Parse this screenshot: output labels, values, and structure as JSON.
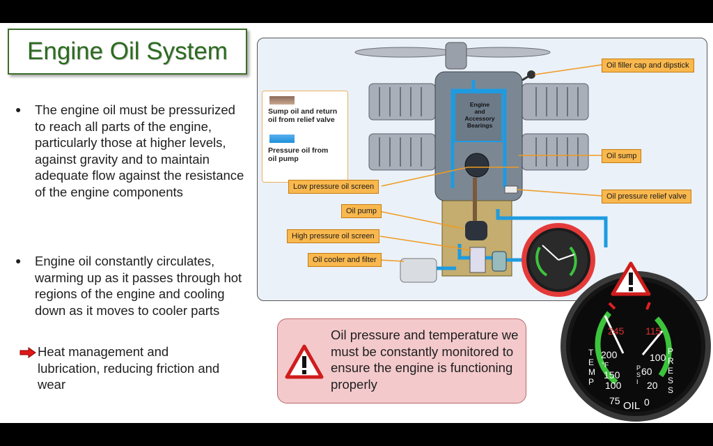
{
  "slide": {
    "title": "Engine Oil System",
    "bullets": [
      "The engine oil must be pressurized to reach all parts of the engine, particularly those at higher levels, against gravity and to maintain adequate flow against the resistance of the engine components",
      "Engine oil constantly circulates, warming up as it passes through hot regions of the engine and cooling down as it moves to cooler parts"
    ],
    "sub_bullet": "Heat management and lubrication, reducing friction and wear",
    "warning": "Oil pressure and temperature we must be constantly monitored to ensure the engine is functioning properly"
  },
  "diagram": {
    "legend": {
      "sump_line1": "Sump oil and return",
      "sump_line2": "oil from relief valve",
      "pressure_line1": "Pressure oil from",
      "pressure_line2": "oil pump"
    },
    "engine_label": [
      "Engine",
      "and",
      "Accessory",
      "Bearings"
    ],
    "callouts": {
      "filler": "Oil filler cap and dipstick",
      "sump": "Oil sump",
      "relief": "Oil pressure relief valve",
      "low_screen": "Low pressure oil screen",
      "pump": "Oil pump",
      "high_screen": "High pressure oil screen",
      "cooler": "Oil cooler and filter"
    }
  },
  "gauge": {
    "temp_ticks": [
      "245",
      "200",
      "°F",
      "150",
      "100",
      "75"
    ],
    "press_ticks": [
      "115",
      "100",
      "60",
      "20",
      "0"
    ],
    "temp_label": "TEMP",
    "press_label": "PRESS",
    "psi_label": "PSI",
    "oil_label": "OIL"
  },
  "colors": {
    "title_green": "#2c6b1f",
    "callout_orange": "#f9b84e",
    "pressure_blue": "#1e9be0",
    "warning_pink": "#f3c9cc",
    "gauge_green": "#3cc43c",
    "gauge_red": "#e02020"
  }
}
